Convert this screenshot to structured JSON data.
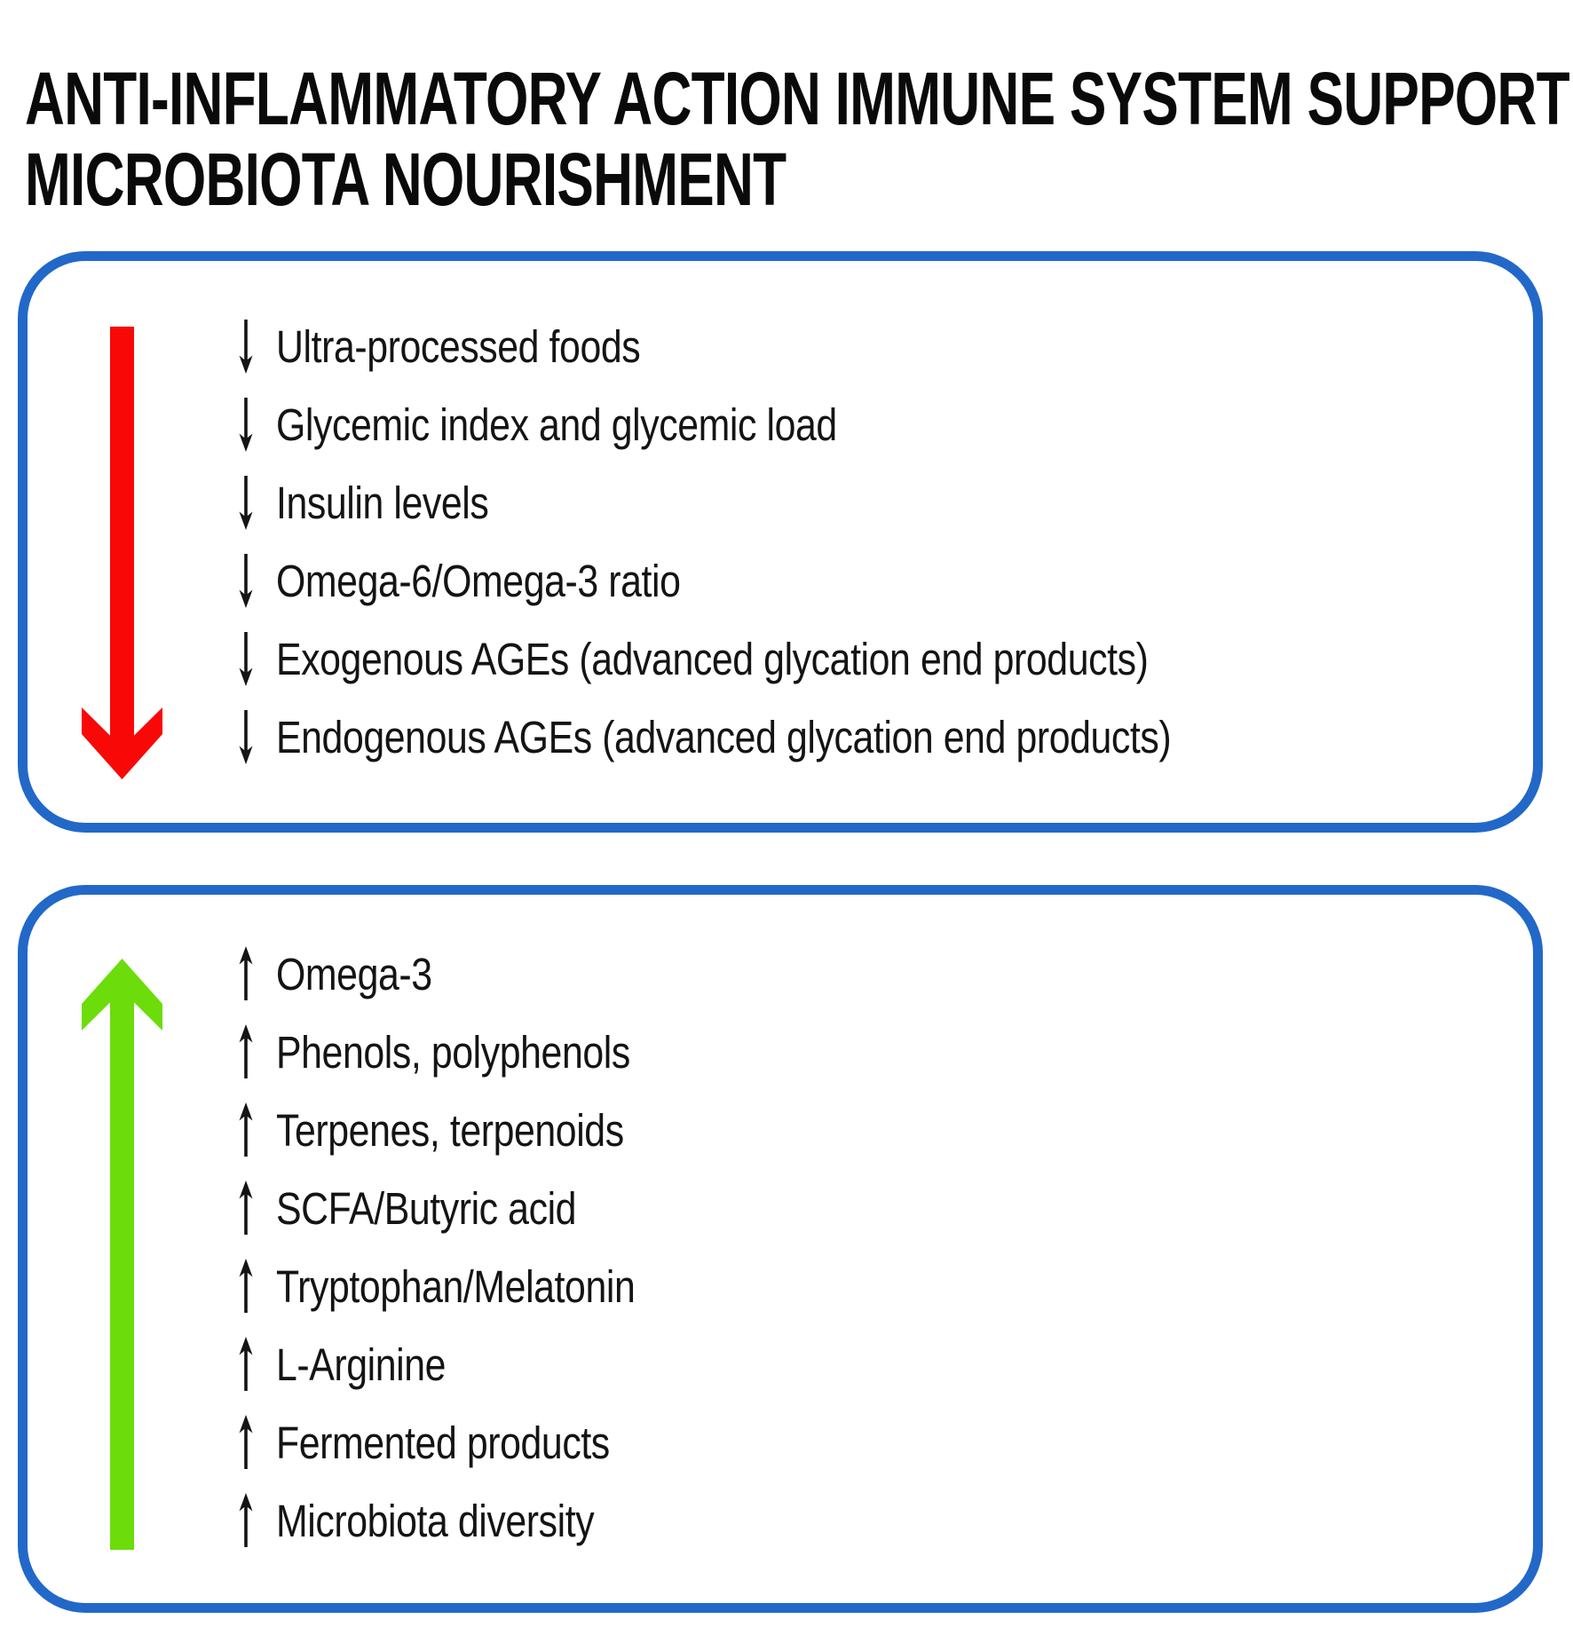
{
  "title": {
    "line1": "ANTI-INFLAMMATORY ACTION IMMUNE SYSTEM SUPPORT",
    "line2": "MICROBIOTA NOURISHMENT"
  },
  "colors": {
    "box_border_blue": "#2268c8",
    "arrow_red": "#f90808",
    "arrow_green": "#6cdd0b",
    "text_black": "#141414"
  },
  "decrease_box": {
    "direction_icon": "red-down-arrow",
    "items": [
      "Ultra-processed foods",
      "Glycemic index and glycemic load",
      "Insulin levels",
      "Omega-6/Omega-3 ratio",
      "Exogenous AGEs (advanced glycation end products)",
      "Endogenous AGEs (advanced glycation end products)"
    ]
  },
  "increase_box": {
    "direction_icon": "green-up-arrow",
    "items": [
      "Omega-3",
      "Phenols, polyphenols",
      "Terpenes, terpenoids",
      "SCFA/Butyric acid",
      "Tryptophan/Melatonin",
      "L-Arginine",
      "Fermented products",
      "Microbiota diversity"
    ]
  }
}
